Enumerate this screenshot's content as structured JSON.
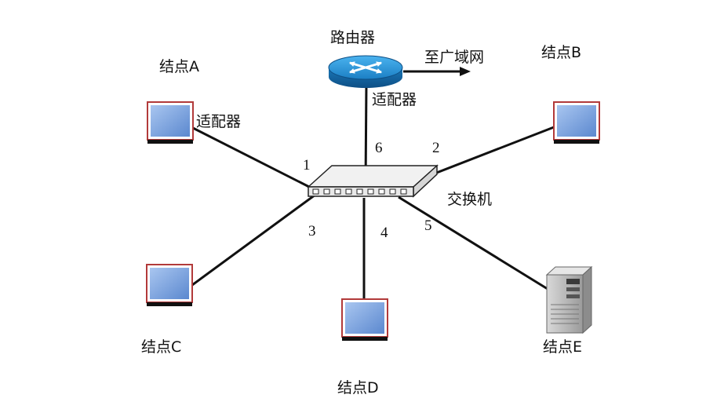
{
  "labels": {
    "router": "路由器",
    "wan": "至广域网",
    "router_adapter": "适配器",
    "node_a": "结点A",
    "node_a_adapter": "适配器",
    "node_b": "结点B",
    "node_c": "结点C",
    "node_d": "结点D",
    "node_e": "结点E",
    "switch": "交换机"
  },
  "ports": {
    "p1": "1",
    "p2": "2",
    "p3": "3",
    "p4": "4",
    "p5": "5",
    "p6": "6"
  },
  "icons": {
    "router": "router-icon",
    "switch": "switch-icon",
    "monitor": "monitor-icon",
    "server": "server-tower-icon",
    "arrow": "arrow-right-icon"
  },
  "colors": {
    "router_blue": "#1e8fd6",
    "screen_blue": "#7aa6df",
    "monitor_border": "#b23a3a",
    "link_line": "#111111"
  }
}
